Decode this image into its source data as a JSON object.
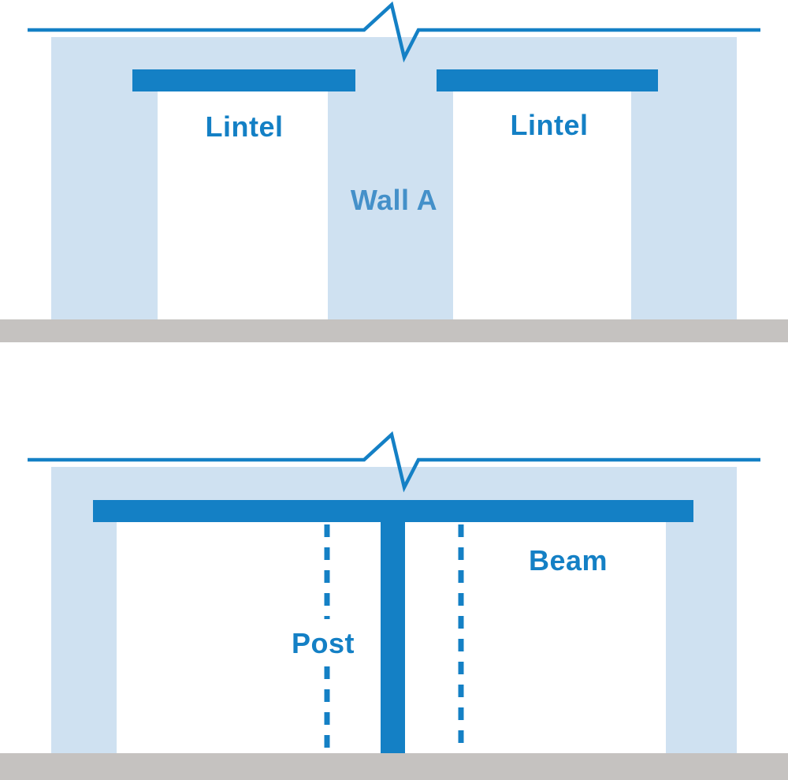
{
  "page": {
    "title": "Lintel vs Post and Beam wall framing diagram"
  },
  "colors": {
    "primary_blue": "#1480c5",
    "light_blue": "#cfe1f1",
    "wall_label_blue": "#4490c9",
    "floor_gray": "#c5c2c0",
    "opening_white": "#ffffff"
  },
  "top_diagram": {
    "lintel_left_label": "Lintel",
    "lintel_right_label": "Lintel",
    "wall_label": "Wall A"
  },
  "bottom_diagram": {
    "beam_label": "Beam",
    "post_label": "Post"
  }
}
